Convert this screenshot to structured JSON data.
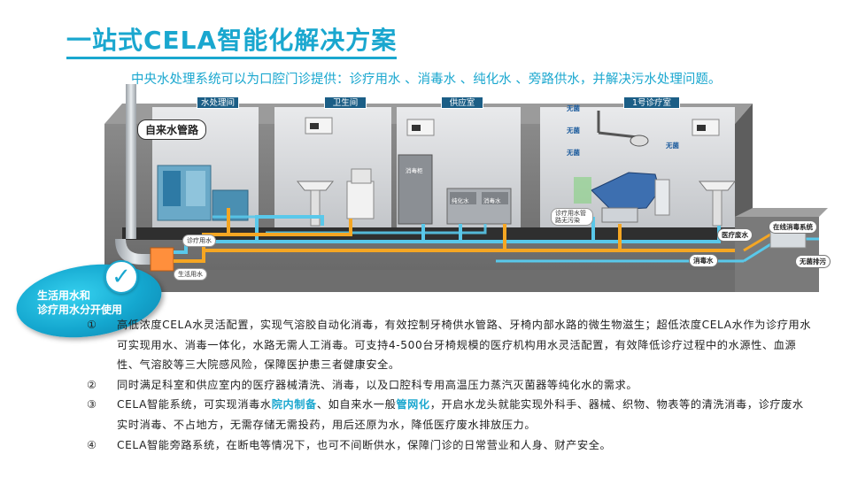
{
  "title": "一站式CELA智能化解决方案",
  "subtitle": "中央水处理系统可以为口腔门诊提供：诊疗用水 、消毒水 、纯化水 、旁路供水，并解决污水处理问题。",
  "diagram": {
    "rooms": {
      "water": "水处理间",
      "toilet": "卫生间",
      "supply": "供应室",
      "clinic": "1号诊疗室"
    },
    "callout_tap": "自来水管路",
    "equipment": {
      "cabinet": "消毒柜",
      "pure_water": "纯化水",
      "disinfect_water": "消毒水"
    },
    "tags": {
      "treatment_water": "诊疗用水",
      "living_water": "生活用水",
      "clinic_disinfect": "诊疗用水管路无污染",
      "medical_wastewater": "医疗废水",
      "disinfect_water": "消毒水",
      "online_disinfect": "在线消毒系统",
      "sterile_discharge": "无菌排污"
    },
    "sterile_label": "无菌",
    "colors": {
      "wall": "#7d7d7d",
      "floor": "#3a3a3a",
      "blue_pipe": "#59c8ea",
      "orange_pipe": "#f5a623",
      "room_label_bg": "#1b5e86",
      "accent": "#1aa7cf"
    }
  },
  "badge": {
    "line1": "生活用水和",
    "line2": "诊疗用水分开使用"
  },
  "items": [
    {
      "num": "①",
      "text": "高低浓度CELA水灵活配置，实现气溶胶自动化消毒，有效控制牙椅供水管路、牙椅内部水路的微生物滋生；超低浓度CELA水作为诊疗用水可实现用水、消毒一体化，水路无需人工消毒。可支持4-500台牙椅规模的医疗机构用水灵活配置，有效降低诊疗过程中的水源性、血源性、气溶胶等三大院感风险，保障医护患三者健康安全。"
    },
    {
      "num": "②",
      "text": "同时满足科室和供应室内的医疗器械清洗、消毒，以及口腔科专用高温压力蒸汽灭菌器等纯化水的需求。"
    },
    {
      "num": "③",
      "text_pre": "CELA智能系统，可实现消毒水",
      "hl1": "院内制备",
      "text_mid": "、如自来水一般",
      "hl2": "管网化",
      "text_post": "，开启水龙头就能实现外科手、器械、织物、物表等的清洗消毒，诊疗废水实时消毒、不占地方，无需存储无需投药，用后还原为水，降低医疗废水排放压力。"
    },
    {
      "num": "④",
      "text": "CELA智能旁路系统，在断电等情况下，也可不间断供水，保障门诊的日常营业和人身、财产安全。"
    }
  ]
}
